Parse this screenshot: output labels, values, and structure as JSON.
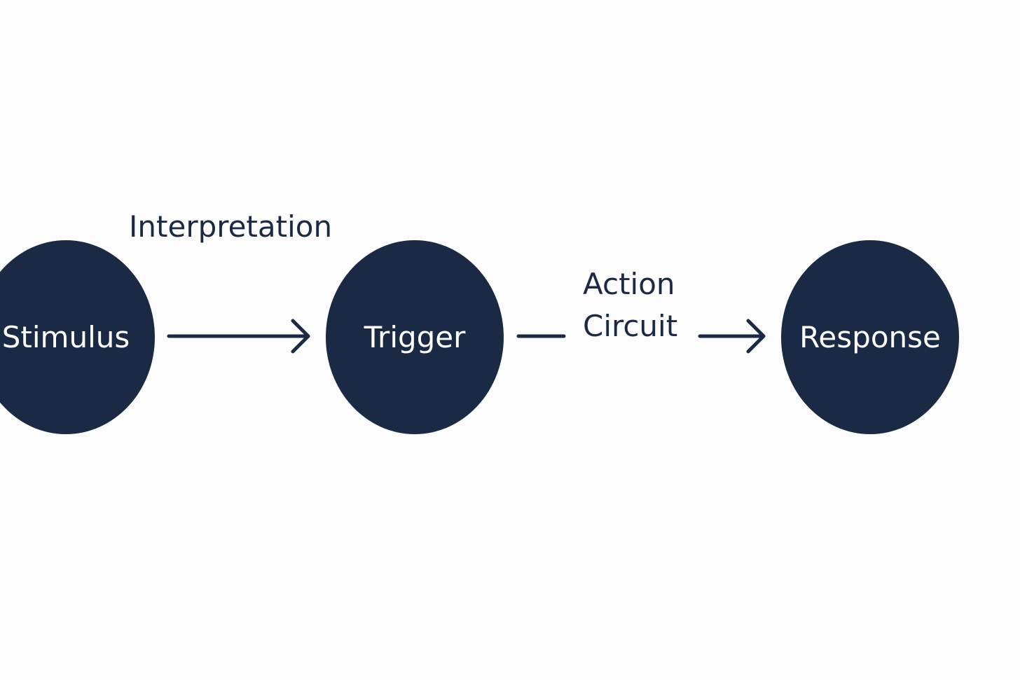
{
  "nodes": {
    "stimulus": "Stimulus",
    "trigger": "Trigger",
    "response": "Response"
  },
  "edges": {
    "interpretation": "Interpretation",
    "action_circuit": [
      "Action",
      "Circuit"
    ]
  },
  "colors": {
    "node_fill": "#1a2a44",
    "node_text": "#ffffff",
    "line": "#1a2a44",
    "background": "#fcfcfc"
  }
}
